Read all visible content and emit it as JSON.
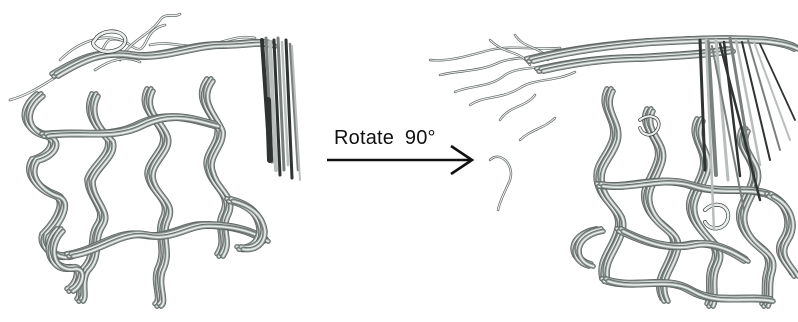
{
  "rotation_label": "Rotate  90°",
  "colors": {
    "ribbon_dark": "#5e6461",
    "ribbon_mid": "#98a09c",
    "ribbon_light": "#e9eeec",
    "rod_dark": "#2f3331",
    "arrow": "#111111"
  },
  "icons": [
    "protein-ensemble-left",
    "rotation-arrow",
    "protein-ensemble-right"
  ]
}
